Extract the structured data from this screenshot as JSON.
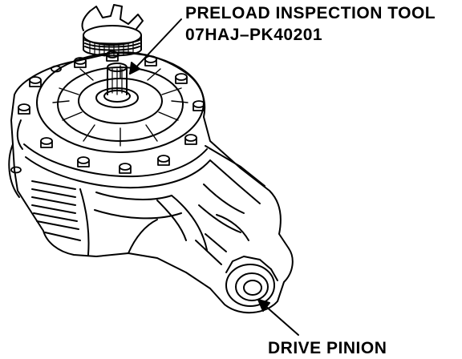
{
  "callouts": {
    "tool_name": "PRELOAD INSPECTION TOOL",
    "tool_part_number": "07HAJ–PK40201",
    "pinion_name": "DRIVE PINION"
  }
}
